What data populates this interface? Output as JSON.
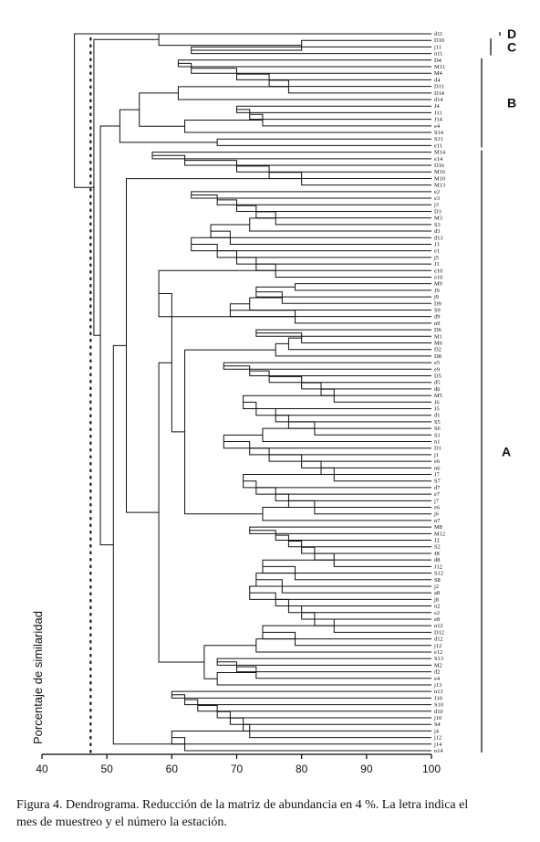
{
  "chart_data": {
    "type": "dendrogram",
    "title": "",
    "ylabel": "Porcentaje de similaridad",
    "xlim": [
      40,
      100
    ],
    "xticks": [
      40,
      50,
      60,
      70,
      80,
      90,
      100
    ],
    "cut_line": 47.5,
    "leaves": [
      "d11",
      "D10",
      "j11",
      "n11",
      "D4",
      "M11",
      "M4",
      "d4",
      "D11",
      "D14",
      "d14",
      "J4",
      "J11",
      "J14",
      "e4",
      "S14",
      "S11",
      "e11",
      "M14",
      "e14",
      "D16",
      "M16",
      "M10",
      "M13",
      "e2",
      "e3",
      "j3",
      "D3",
      "M3",
      "S3",
      "d3",
      "d13",
      "J3",
      "e1",
      "j5",
      "J1",
      "e10",
      "e10",
      "M9",
      "J9",
      "j9",
      "D9",
      "S9",
      "d9",
      "n9",
      "D6",
      "M1",
      "M6",
      "D2",
      "D8",
      "e5",
      "e9",
      "D5",
      "d5",
      "d6",
      "M5",
      "J6",
      "J5",
      "d1",
      "S5",
      "S6",
      "S1",
      "n1",
      "D1",
      "j1",
      "e6",
      "n6",
      "J7",
      "S7",
      "d7",
      "e7",
      "j7",
      "e6",
      "j6",
      "n7",
      "M8",
      "M12",
      "J2",
      "S2",
      "J8",
      "d8",
      "J12",
      "S12",
      "S8",
      "j2",
      "a8",
      "j8",
      "n2",
      "e2",
      "e8",
      "n12",
      "D12",
      "d12",
      "j12",
      "e12",
      "S13",
      "M2",
      "d2",
      "e4",
      "j13",
      "n13",
      "J10",
      "S10",
      "d10",
      "j10",
      "S4",
      "j4",
      "j12",
      "j14",
      "n14"
    ],
    "groups": [
      {
        "label": "D"
      },
      {
        "label": "C"
      },
      {
        "label": "B"
      },
      {
        "label": "A"
      }
    ]
  },
  "caption": {
    "line1": "Figura 4. Dendrograma. Reducción de la matriz de abundancia en 4 %. La letra indica el",
    "line2": "mes de muestreo y el número la estación."
  }
}
